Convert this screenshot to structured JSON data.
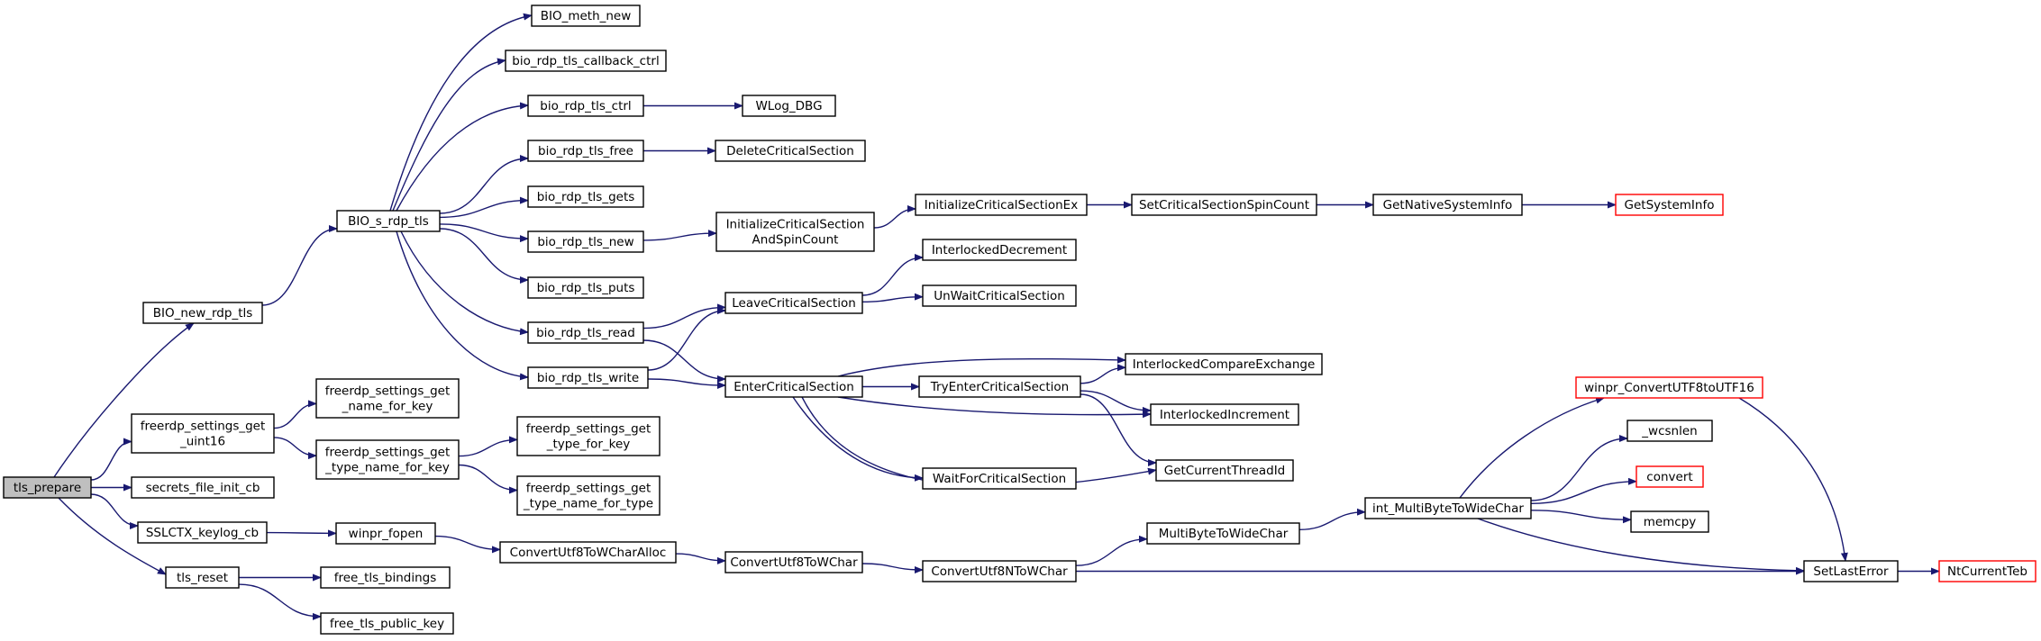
{
  "graph": {
    "nodes": [
      {
        "id": "tls_prepare",
        "lines": [
          "tls_prepare"
        ],
        "root": true
      },
      {
        "id": "BIO_new_rdp_tls",
        "lines": [
          "BIO_new_rdp_tls"
        ]
      },
      {
        "id": "freerdp_settings_get_uint16",
        "lines": [
          "freerdp_settings_get",
          "_uint16"
        ]
      },
      {
        "id": "secrets_file_init_cb",
        "lines": [
          "secrets_file_init_cb"
        ]
      },
      {
        "id": "SSLCTX_keylog_cb",
        "lines": [
          "SSLCTX_keylog_cb"
        ]
      },
      {
        "id": "tls_reset",
        "lines": [
          "tls_reset"
        ]
      },
      {
        "id": "BIO_s_rdp_tls",
        "lines": [
          "BIO_s_rdp_tls"
        ]
      },
      {
        "id": "freerdp_settings_get_name_for_key",
        "lines": [
          "freerdp_settings_get",
          "_name_for_key"
        ]
      },
      {
        "id": "freerdp_settings_get_type_name_for_key",
        "lines": [
          "freerdp_settings_get",
          "_type_name_for_key"
        ]
      },
      {
        "id": "winpr_fopen",
        "lines": [
          "winpr_fopen"
        ]
      },
      {
        "id": "free_tls_bindings",
        "lines": [
          "free_tls_bindings"
        ]
      },
      {
        "id": "free_tls_public_key",
        "lines": [
          "free_tls_public_key"
        ]
      },
      {
        "id": "BIO_meth_new",
        "lines": [
          "BIO_meth_new"
        ]
      },
      {
        "id": "bio_rdp_tls_callback_ctrl",
        "lines": [
          "bio_rdp_tls_callback_ctrl"
        ]
      },
      {
        "id": "bio_rdp_tls_ctrl",
        "lines": [
          "bio_rdp_tls_ctrl"
        ]
      },
      {
        "id": "bio_rdp_tls_free",
        "lines": [
          "bio_rdp_tls_free"
        ]
      },
      {
        "id": "bio_rdp_tls_gets",
        "lines": [
          "bio_rdp_tls_gets"
        ]
      },
      {
        "id": "bio_rdp_tls_new",
        "lines": [
          "bio_rdp_tls_new"
        ]
      },
      {
        "id": "bio_rdp_tls_puts",
        "lines": [
          "bio_rdp_tls_puts"
        ]
      },
      {
        "id": "bio_rdp_tls_read",
        "lines": [
          "bio_rdp_tls_read"
        ]
      },
      {
        "id": "bio_rdp_tls_write",
        "lines": [
          "bio_rdp_tls_write"
        ]
      },
      {
        "id": "freerdp_settings_get_type_for_key",
        "lines": [
          "freerdp_settings_get",
          "_type_for_key"
        ]
      },
      {
        "id": "freerdp_settings_get_type_name_for_type",
        "lines": [
          "freerdp_settings_get",
          "_type_name_for_type"
        ]
      },
      {
        "id": "ConvertUtf8ToWCharAlloc",
        "lines": [
          "ConvertUtf8ToWCharAlloc"
        ]
      },
      {
        "id": "WLog_DBG",
        "lines": [
          "WLog_DBG"
        ]
      },
      {
        "id": "DeleteCriticalSection",
        "lines": [
          "DeleteCriticalSection"
        ]
      },
      {
        "id": "InitializeCriticalSectionAndSpinCount",
        "lines": [
          "InitializeCriticalSection",
          "AndSpinCount"
        ]
      },
      {
        "id": "LeaveCriticalSection",
        "lines": [
          "LeaveCriticalSection"
        ]
      },
      {
        "id": "EnterCriticalSection",
        "lines": [
          "EnterCriticalSection"
        ]
      },
      {
        "id": "ConvertUtf8ToWChar",
        "lines": [
          "ConvertUtf8ToWChar"
        ]
      },
      {
        "id": "InitializeCriticalSectionEx",
        "lines": [
          "InitializeCriticalSectionEx"
        ]
      },
      {
        "id": "InterlockedDecrement",
        "lines": [
          "InterlockedDecrement"
        ]
      },
      {
        "id": "UnWaitCriticalSection",
        "lines": [
          "UnWaitCriticalSection"
        ]
      },
      {
        "id": "TryEnterCriticalSection",
        "lines": [
          "TryEnterCriticalSection"
        ]
      },
      {
        "id": "WaitForCriticalSection",
        "lines": [
          "WaitForCriticalSection"
        ]
      },
      {
        "id": "ConvertUtf8NToWChar",
        "lines": [
          "ConvertUtf8NToWChar"
        ]
      },
      {
        "id": "SetCriticalSectionSpinCount",
        "lines": [
          "SetCriticalSectionSpinCount"
        ]
      },
      {
        "id": "InterlockedCompareExchange",
        "lines": [
          "InterlockedCompareExchange"
        ]
      },
      {
        "id": "InterlockedIncrement",
        "lines": [
          "InterlockedIncrement"
        ]
      },
      {
        "id": "GetCurrentThreadId",
        "lines": [
          "GetCurrentThreadId"
        ]
      },
      {
        "id": "MultiByteToWideChar",
        "lines": [
          "MultiByteToWideChar"
        ]
      },
      {
        "id": "GetNativeSystemInfo",
        "lines": [
          "GetNativeSystemInfo"
        ]
      },
      {
        "id": "int_MultiByteToWideChar",
        "lines": [
          "int_MultiByteToWideChar"
        ]
      },
      {
        "id": "GetSystemInfo",
        "lines": [
          "GetSystemInfo"
        ],
        "truncated": true
      },
      {
        "id": "winpr_ConvertUTF8toUTF16",
        "lines": [
          "winpr_ConvertUTF8toUTF16"
        ],
        "truncated": true
      },
      {
        "id": "_wcsnlen",
        "lines": [
          "_wcsnlen"
        ]
      },
      {
        "id": "convert",
        "lines": [
          "convert"
        ],
        "truncated": true
      },
      {
        "id": "memcpy",
        "lines": [
          "memcpy"
        ]
      },
      {
        "id": "SetLastError",
        "lines": [
          "SetLastError"
        ]
      },
      {
        "id": "NtCurrentTeb",
        "lines": [
          "NtCurrentTeb"
        ],
        "truncated": true
      }
    ],
    "edges": [
      [
        "tls_prepare",
        "BIO_new_rdp_tls"
      ],
      [
        "tls_prepare",
        "freerdp_settings_get_uint16"
      ],
      [
        "tls_prepare",
        "secrets_file_init_cb"
      ],
      [
        "tls_prepare",
        "SSLCTX_keylog_cb"
      ],
      [
        "tls_prepare",
        "tls_reset"
      ],
      [
        "BIO_new_rdp_tls",
        "BIO_s_rdp_tls"
      ],
      [
        "BIO_s_rdp_tls",
        "BIO_meth_new"
      ],
      [
        "BIO_s_rdp_tls",
        "bio_rdp_tls_callback_ctrl"
      ],
      [
        "BIO_s_rdp_tls",
        "bio_rdp_tls_ctrl"
      ],
      [
        "BIO_s_rdp_tls",
        "bio_rdp_tls_free"
      ],
      [
        "BIO_s_rdp_tls",
        "bio_rdp_tls_gets"
      ],
      [
        "BIO_s_rdp_tls",
        "bio_rdp_tls_new"
      ],
      [
        "BIO_s_rdp_tls",
        "bio_rdp_tls_puts"
      ],
      [
        "BIO_s_rdp_tls",
        "bio_rdp_tls_read"
      ],
      [
        "BIO_s_rdp_tls",
        "bio_rdp_tls_write"
      ],
      [
        "bio_rdp_tls_ctrl",
        "WLog_DBG"
      ],
      [
        "bio_rdp_tls_free",
        "DeleteCriticalSection"
      ],
      [
        "bio_rdp_tls_new",
        "InitializeCriticalSectionAndSpinCount"
      ],
      [
        "bio_rdp_tls_read",
        "LeaveCriticalSection"
      ],
      [
        "bio_rdp_tls_read",
        "EnterCriticalSection"
      ],
      [
        "bio_rdp_tls_write",
        "LeaveCriticalSection"
      ],
      [
        "bio_rdp_tls_write",
        "EnterCriticalSection"
      ],
      [
        "InitializeCriticalSectionAndSpinCount",
        "InitializeCriticalSectionEx"
      ],
      [
        "InitializeCriticalSectionEx",
        "SetCriticalSectionSpinCount"
      ],
      [
        "SetCriticalSectionSpinCount",
        "GetNativeSystemInfo"
      ],
      [
        "GetNativeSystemInfo",
        "GetSystemInfo"
      ],
      [
        "LeaveCriticalSection",
        "InterlockedDecrement"
      ],
      [
        "LeaveCriticalSection",
        "UnWaitCriticalSection"
      ],
      [
        "EnterCriticalSection",
        "InterlockedCompareExchange"
      ],
      [
        "EnterCriticalSection",
        "TryEnterCriticalSection"
      ],
      [
        "EnterCriticalSection",
        "InterlockedIncrement"
      ],
      [
        "EnterCriticalSection",
        "WaitForCriticalSection"
      ],
      [
        "EnterCriticalSection",
        "GetCurrentThreadId"
      ],
      [
        "TryEnterCriticalSection",
        "InterlockedCompareExchange"
      ],
      [
        "TryEnterCriticalSection",
        "InterlockedIncrement"
      ],
      [
        "TryEnterCriticalSection",
        "GetCurrentThreadId"
      ],
      [
        "freerdp_settings_get_uint16",
        "freerdp_settings_get_name_for_key"
      ],
      [
        "freerdp_settings_get_uint16",
        "freerdp_settings_get_type_name_for_key"
      ],
      [
        "freerdp_settings_get_type_name_for_key",
        "freerdp_settings_get_type_for_key"
      ],
      [
        "freerdp_settings_get_type_name_for_key",
        "freerdp_settings_get_type_name_for_type"
      ],
      [
        "SSLCTX_keylog_cb",
        "winpr_fopen"
      ],
      [
        "winpr_fopen",
        "ConvertUtf8ToWCharAlloc"
      ],
      [
        "ConvertUtf8ToWCharAlloc",
        "ConvertUtf8ToWChar"
      ],
      [
        "ConvertUtf8ToWChar",
        "ConvertUtf8NToWChar"
      ],
      [
        "ConvertUtf8NToWChar",
        "MultiByteToWideChar"
      ],
      [
        "ConvertUtf8NToWChar",
        "SetLastError"
      ],
      [
        "MultiByteToWideChar",
        "int_MultiByteToWideChar"
      ],
      [
        "int_MultiByteToWideChar",
        "winpr_ConvertUTF8toUTF16"
      ],
      [
        "int_MultiByteToWideChar",
        "_wcsnlen"
      ],
      [
        "int_MultiByteToWideChar",
        "convert"
      ],
      [
        "int_MultiByteToWideChar",
        "memcpy"
      ],
      [
        "int_MultiByteToWideChar",
        "SetLastError"
      ],
      [
        "winpr_ConvertUTF8toUTF16",
        "SetLastError"
      ],
      [
        "SetLastError",
        "NtCurrentTeb"
      ],
      [
        "tls_reset",
        "free_tls_bindings"
      ],
      [
        "tls_reset",
        "free_tls_public_key"
      ]
    ]
  }
}
